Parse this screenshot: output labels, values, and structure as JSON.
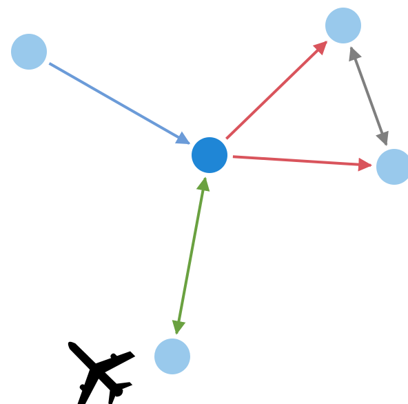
{
  "colors": {
    "background": "#ffffff",
    "hub_node": "#1f86d6",
    "peer_node": "#99c9ec",
    "incoming_edge": "#6b9bd8",
    "outgoing_edge": "#d9545c",
    "mutual_edge_gray": "#7f7f7f",
    "mutual_edge_green": "#6aa140",
    "airplane": "#000000"
  },
  "nodes": [
    {
      "id": "hub",
      "role": "hub"
    },
    {
      "id": "left",
      "role": "peer"
    },
    {
      "id": "top-right",
      "role": "peer"
    },
    {
      "id": "right",
      "role": "peer"
    },
    {
      "id": "bottom",
      "role": "peer"
    }
  ],
  "edges": [
    {
      "from": "left",
      "to": "hub",
      "direction": "one-way",
      "kind": "incoming"
    },
    {
      "from": "hub",
      "to": "top-right",
      "direction": "one-way",
      "kind": "outgoing"
    },
    {
      "from": "hub",
      "to": "right",
      "direction": "one-way",
      "kind": "outgoing"
    },
    {
      "from": "top-right",
      "to": "right",
      "direction": "two-way",
      "kind": "mutual-gray"
    },
    {
      "from": "hub",
      "to": "bottom",
      "direction": "two-way",
      "kind": "mutual-green"
    }
  ],
  "icons": {
    "airplane": "airplane-icon"
  }
}
